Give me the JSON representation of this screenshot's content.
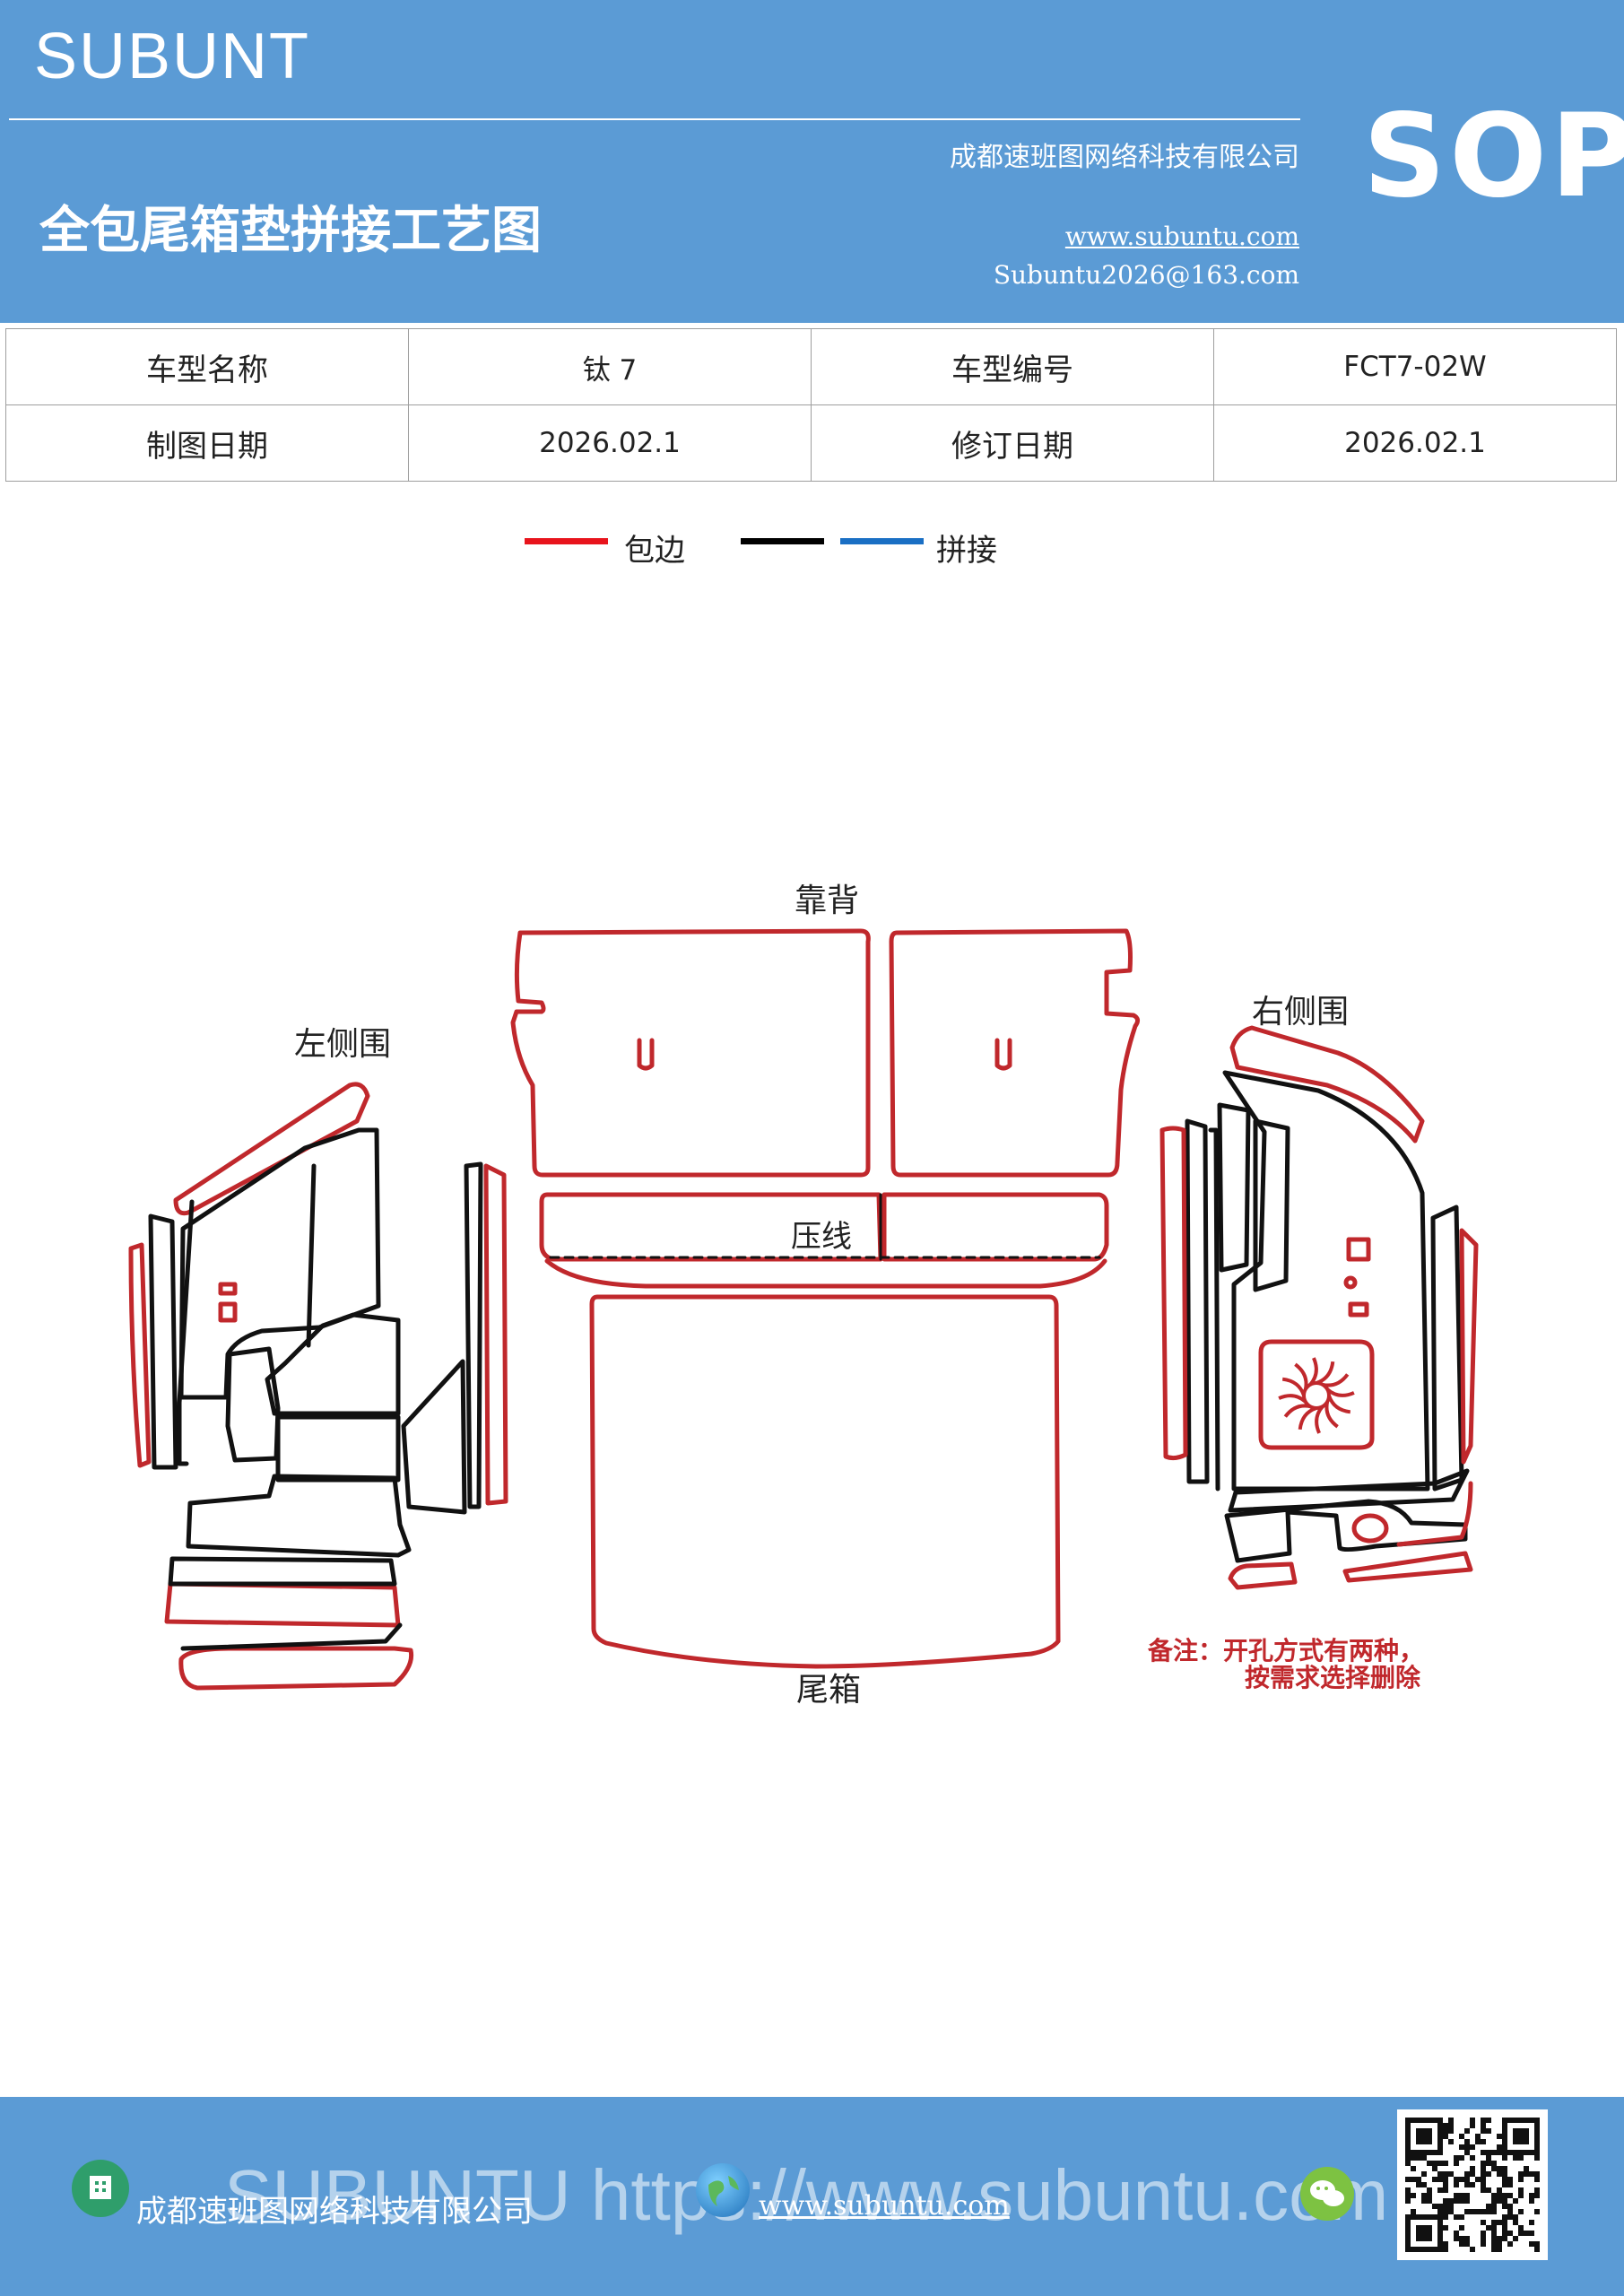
{
  "header": {
    "brand": "SUBUNT",
    "company": "成都速班图网络科技有限公司",
    "title": "全包尾箱垫拼接工艺图",
    "website": "www.subuntu.com",
    "email": "Subuntu2026@163.com",
    "sop": "SOP"
  },
  "info_table": {
    "rows": [
      [
        "车型名称",
        "钛 7",
        "车型编号",
        "FCT7-02W"
      ],
      [
        "制图日期",
        "2026.02.1",
        "修订日期",
        "2026.02.1"
      ]
    ]
  },
  "legend": {
    "items": [
      {
        "label": "包边",
        "color": "#e8141c"
      },
      {
        "label": "",
        "color": "#000000"
      },
      {
        "label": "拼接",
        "color": "#1a6fc4"
      }
    ]
  },
  "diagram": {
    "labels": {
      "backrest": "靠背",
      "left_side": "左侧围",
      "right_side": "右侧围",
      "press_line": "压线",
      "trunk": "尾箱"
    },
    "note_line1": "备注：开孔方式有两种，",
    "note_line2": "按需求选择删除",
    "colors": {
      "edge": "#c0282c",
      "seam": "#111111",
      "note": "#c0282c"
    }
  },
  "footer": {
    "watermark": "SUBUNTU https://www.subuntu.com",
    "company": "成都速班图网络科技有限公司",
    "website": "www.subuntu.com"
  }
}
